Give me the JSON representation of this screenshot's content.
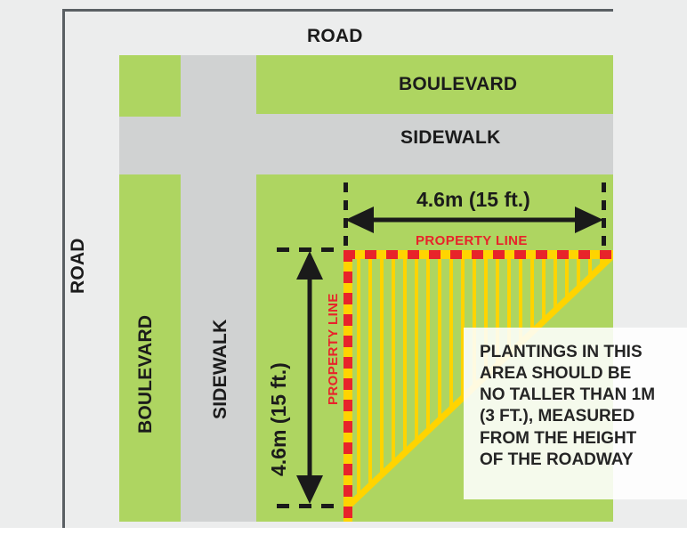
{
  "diagram": {
    "title": "Sight triangle planting restriction diagram",
    "colors": {
      "green_boulevard": "#aed561",
      "gray_sidewalk": "#d0d2d2",
      "page_background": "#eceded",
      "property_line_red": "#e8232a",
      "hatch_yellow": "#ffd400",
      "frame_border": "#5a5f63",
      "text_dark": "#1b1b1b"
    },
    "labels": {
      "road_top": "ROAD",
      "road_left": "ROAD",
      "boulevard_horizontal": "BOULEVARD",
      "sidewalk_horizontal": "SIDEWALK",
      "boulevard_vertical": "BOULEVARD",
      "sidewalk_vertical": "SIDEWALK"
    },
    "dimensions": {
      "horizontal": {
        "value": "4.6m (15 ft.)",
        "property_line_label": "PROPERTY LINE"
      },
      "vertical": {
        "value": "4.6m (15 ft.)",
        "property_line_label": "PROPERTY LINE"
      }
    },
    "callout": {
      "text": "PLANTINGS IN THIS\nAREA SHOULD BE\nNO TALLER THAN 1M\n(3 FT.), MEASURED\nFROM THE HEIGHT\nOF THE ROADWAY"
    }
  }
}
